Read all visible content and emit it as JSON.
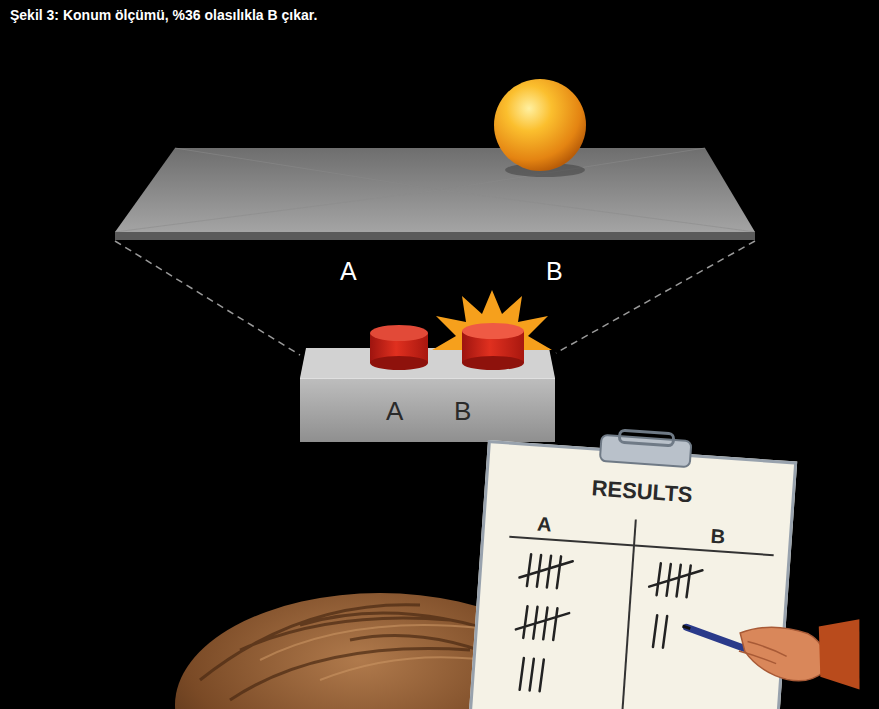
{
  "diagram": {
    "caption": "Şekil 3: Konum ölçümü, %36 olasılıkla B çıkar.",
    "nodes": [
      {
        "text": [
          "A",
          "B"
        ]
      },
      {
        "text": [
          "RESULTS",
          "A",
          "B"
        ]
      }
    ],
    "labels": [
      "A",
      "B"
    ]
  }
}
